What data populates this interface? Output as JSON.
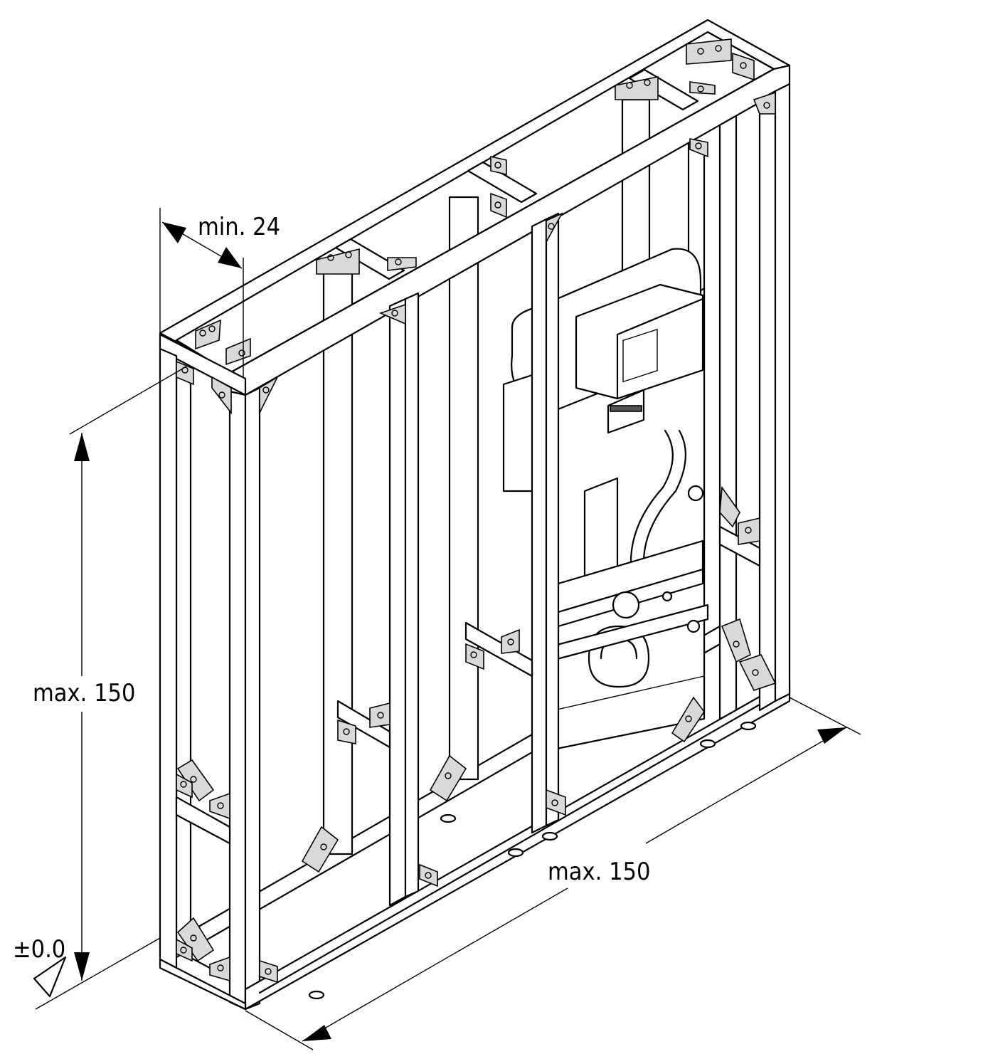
{
  "dimensions": {
    "depth_label": "min. 24",
    "height_label": "max. 150",
    "width_label": "max. 150",
    "level_label": "±0.0"
  },
  "colors": {
    "line": "#000000",
    "background": "#ffffff",
    "fixture_fill": "#d9d9d9"
  }
}
